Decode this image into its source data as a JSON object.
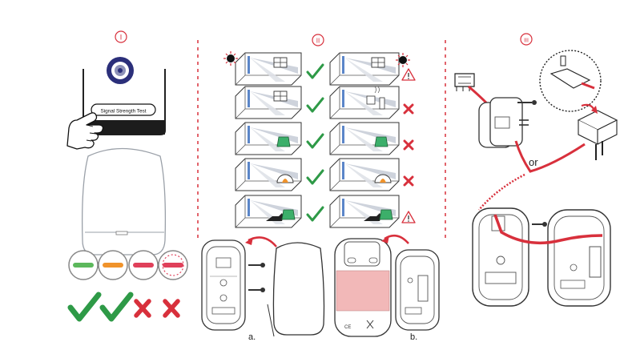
{
  "panels": {
    "one": {
      "numeral": "I"
    },
    "two": {
      "numeral": "II"
    },
    "three": {
      "numeral": "III"
    }
  },
  "button_label": "Signal Strength Test",
  "panel_two_labels": {
    "a": "a.",
    "b": "b."
  },
  "panel_three_label_or": "or",
  "led_indicators": [
    {
      "color": "green",
      "hex": "#5cb85c",
      "result": "ok"
    },
    {
      "color": "orange",
      "hex": "#f0932b",
      "result": "ok"
    },
    {
      "color": "red",
      "hex": "#e0405a",
      "result": "fail"
    },
    {
      "color": "red-blinking",
      "hex": "#e0405a",
      "result": "fail"
    }
  ],
  "colors": {
    "accent_red": "#d8303c",
    "check_green": "#2e9a47",
    "cross_red": "#d8303c",
    "room_blue": "#5b86c9",
    "chair_green": "#3caf6a"
  },
  "placement_rows": [
    {
      "left": "sun-in-window",
      "left_result": "check",
      "right": "sun-facing-detector",
      "right_result": "warning"
    },
    {
      "left": "window-behind",
      "left_result": "check",
      "right": "heater-near",
      "right_result": "cross"
    },
    {
      "left": "chair-in-view",
      "left_result": "check",
      "right": "chair-close",
      "right_result": "cross"
    },
    {
      "left": "fireplace-far",
      "left_result": "check",
      "right": "fireplace-near",
      "right_result": "cross"
    },
    {
      "left": "pet-in-room",
      "left_result": "check",
      "right": "pet-on-furniture",
      "right_result": "warning"
    }
  ]
}
